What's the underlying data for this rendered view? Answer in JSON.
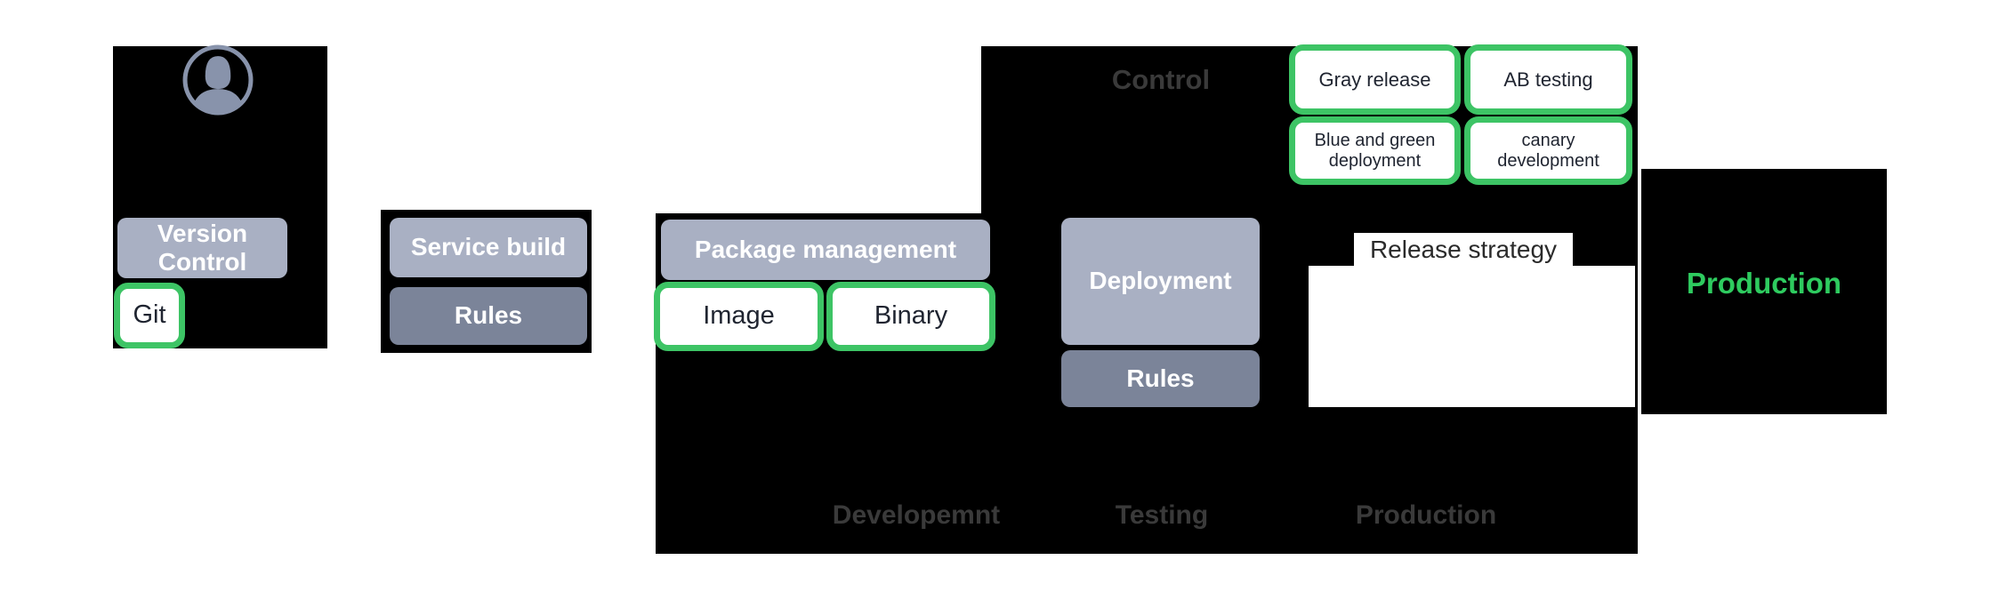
{
  "colors": {
    "black": "#000000",
    "panel_light": "#a9b0c3",
    "panel_dark": "#7b8499",
    "green_border": "#3dc465",
    "green_text": "#2ecb5f",
    "stage_label": "#3a3a3a",
    "chip_text": "#1f2430",
    "title_dark": "#2b2b2b",
    "white": "#ffffff",
    "avatar": "#8893ab"
  },
  "developer": {
    "avatar_icon": "user-avatar"
  },
  "version_control": {
    "title": "Version Control",
    "tool": "Git"
  },
  "build": {
    "title": "Service build",
    "rules": "Rules"
  },
  "package": {
    "title": "Package management",
    "options": [
      "Image",
      "Binary"
    ]
  },
  "control": {
    "title": "Control",
    "strategies": [
      "Gray release",
      "AB testing",
      "Blue and green deployment",
      "canary development"
    ]
  },
  "deployment": {
    "title": "Deployment",
    "rules": "Rules",
    "release_strategy_label": "Release strategy"
  },
  "production_box": {
    "label": "Production"
  },
  "environments": [
    "Developemnt",
    "Testing",
    "Production"
  ]
}
